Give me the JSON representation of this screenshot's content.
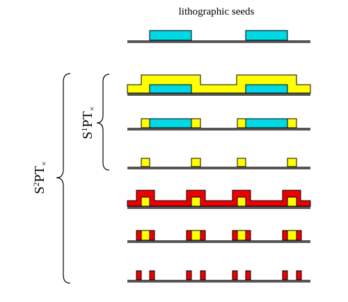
{
  "title": "lithographic seeds",
  "brace_outer": {
    "base": "S",
    "sup": "2",
    "mid": "PT",
    "sub": "×"
  },
  "brace_inner": {
    "base": "S",
    "sup": "1",
    "mid": "PT",
    "sub": "×"
  },
  "colors": {
    "seed": "#00d8e6",
    "spacer_yellow": "#ffff00",
    "spacer_red": "#ee0000",
    "substrate": "#555555"
  }
}
